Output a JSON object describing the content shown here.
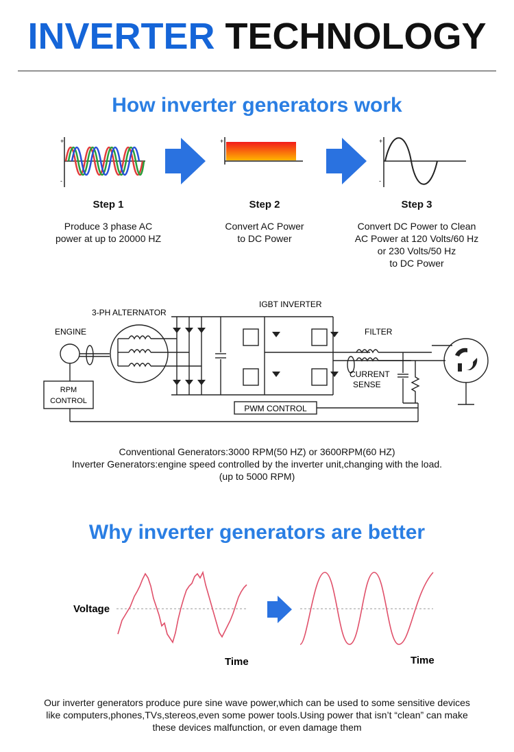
{
  "title": {
    "word1": "INVERTER",
    "word2": "TECHNOLOGY"
  },
  "section1": {
    "heading": "How inverter generators work",
    "steps": [
      {
        "label": "Step 1",
        "desc": "Produce 3 phase AC\npower at up to 20000 HZ"
      },
      {
        "label": "Step 2",
        "desc": "Convert AC Power\nto DC Power"
      },
      {
        "label": "Step 3",
        "desc": "Convert DC Power to Clean\nAC Power at 120 Volts/60 Hz\nor 230 Volts/50 Hz\nto DC Power"
      }
    ]
  },
  "circuit": {
    "engine": "ENGINE",
    "alternator": "3-PH ALTERNATOR",
    "igbt": "IGBT INVERTER",
    "filter": "FILTER",
    "current": "CURRENT",
    "sense": "SENSE",
    "rpm1": "RPM",
    "rpm2": "CONTROL",
    "pwm": "PWM CONTROL"
  },
  "notes": {
    "line1": "Conventional Generators:3000 RPM(50 HZ) or 3600RPM(60 HZ)",
    "line2": "Inverter Generators:engine speed controlled by the inverter unit,changing with the load.",
    "line3": "(up to 5000 RPM)"
  },
  "section2": {
    "heading": "Why inverter generators are better",
    "voltage": "Voltage",
    "time_left": "Time",
    "time_right": "Time"
  },
  "bottom_text": "Our inverter generators produce pure sine wave power,which can be used to some sensitive devices like computers,phones,TVs,stereos,even some power tools.Using power that isn’t “clean” can make these devices malfunction, or even damage them",
  "colors": {
    "brand_blue": "#1565d8",
    "heading_blue": "#2a7ee3",
    "wave_red": "#e0506a"
  }
}
